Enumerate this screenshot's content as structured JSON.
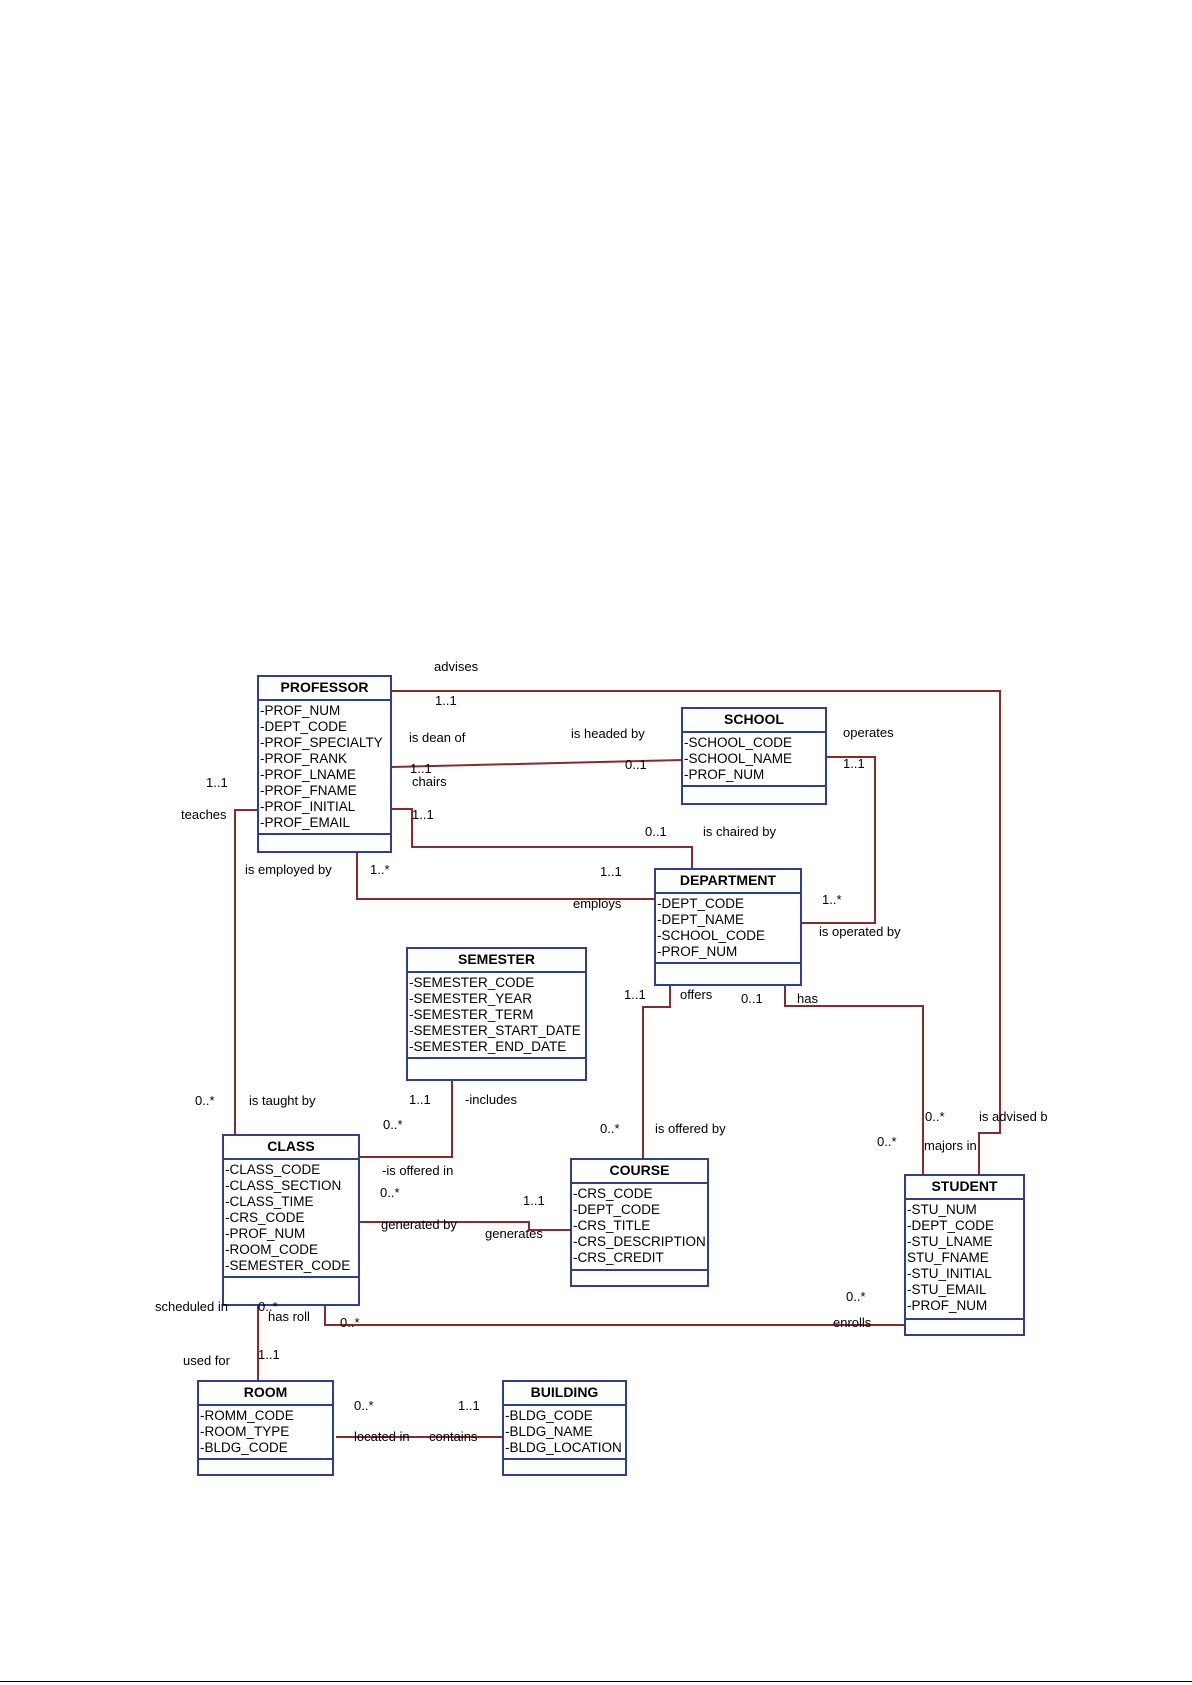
{
  "colors": {
    "entity_border": "#2f3f8f",
    "relationship_line": "#8b2a2a",
    "text": "#000000"
  },
  "entities": {
    "professor": {
      "name": "PROFESSOR",
      "attributes": [
        "-PROF_NUM",
        "-DEPT_CODE",
        "-PROF_SPECIALTY",
        "-PROF_RANK",
        "-PROF_LNAME",
        "-PROF_FNAME",
        "-PROF_INITIAL",
        "-PROF_EMAIL"
      ]
    },
    "school": {
      "name": "SCHOOL",
      "attributes": [
        "-SCHOOL_CODE",
        "-SCHOOL_NAME",
        "-PROF_NUM"
      ]
    },
    "department": {
      "name": "DEPARTMENT",
      "attributes": [
        "-DEPT_CODE",
        "-DEPT_NAME",
        "-SCHOOL_CODE",
        "-PROF_NUM"
      ]
    },
    "semester": {
      "name": "SEMESTER",
      "attributes": [
        "-SEMESTER_CODE",
        "-SEMESTER_YEAR",
        "-SEMESTER_TERM",
        "-SEMESTER_START_DATE",
        "-SEMESTER_END_DATE"
      ]
    },
    "class": {
      "name": "CLASS",
      "attributes": [
        "-CLASS_CODE",
        "-CLASS_SECTION",
        "-CLASS_TIME",
        "-CRS_CODE",
        "-PROF_NUM",
        "-ROOM_CODE",
        "-SEMESTER_CODE"
      ]
    },
    "course": {
      "name": "COURSE",
      "attributes": [
        "-CRS_CODE",
        "-DEPT_CODE",
        "-CRS_TITLE",
        "-CRS_DESCRIPTION",
        "-CRS_CREDIT"
      ]
    },
    "student": {
      "name": "STUDENT",
      "attributes": [
        "-STU_NUM",
        "-DEPT_CODE",
        "-STU_LNAME",
        "STU_FNAME",
        "-STU_INITIAL",
        "-STU_EMAIL",
        "-PROF_NUM"
      ]
    },
    "room": {
      "name": "ROOM",
      "attributes": [
        "-ROMM_CODE",
        "-ROOM_TYPE",
        "-BLDG_CODE"
      ]
    },
    "building": {
      "name": "BUILDING",
      "attributes": [
        "-BLDG_CODE",
        "-BLDG_NAME",
        "-BLDG_LOCATION"
      ]
    }
  },
  "labels": {
    "advises": "advises",
    "advises_mult": "1..1",
    "is_dean_of": "is dean of",
    "is_headed_by": "is headed by",
    "headed_mult_school": "0..1",
    "dean_mult": "1..1",
    "chairs": "chairs",
    "operates": "operates",
    "operates_mult": "1..1",
    "teaches_mult": "1..1",
    "teaches": "teaches",
    "chairs_mult": "1..1",
    "chaired_mult": "0..1",
    "is_chaired_by": "is chaired by",
    "is_employed_by": "is employed by",
    "employed_mult": "1..*",
    "employs_mult": "1..1",
    "employs": "employs",
    "operated_mult": "1..*",
    "is_operated_by": "is operated by",
    "offers_mult": "1..1",
    "offers": "offers",
    "has_mult": "0..1",
    "has": "has",
    "taught_mult": "0..*",
    "is_taught_by": "is taught by",
    "includes_mult": "1..1",
    "includes": "-includes",
    "class_semester_mult": "0..*",
    "offered_by_mult": "0..*",
    "is_offered_by": "is offered by",
    "advised_mult": "0..*",
    "is_advised_by": "is advised b",
    "majors_mult": "0..*",
    "majors_in": "majors in",
    "is_offered_in": "-is offered in",
    "class_course_mult": "0..*",
    "generates_mult": "1..1",
    "generated_by": "generated by",
    "generates": "generates",
    "enrolls_mult": "0..*",
    "enrolls": "enrolls",
    "scheduled_in": "scheduled in",
    "scheduled_mult": "0..*",
    "has_roll": "has roll",
    "has_roll_mult": "0..*",
    "used_for": "used for",
    "used_for_mult": "1..1",
    "located_mult": "0..*",
    "contains_mult": "1..1",
    "located_in": "located in",
    "contains": "contains"
  }
}
